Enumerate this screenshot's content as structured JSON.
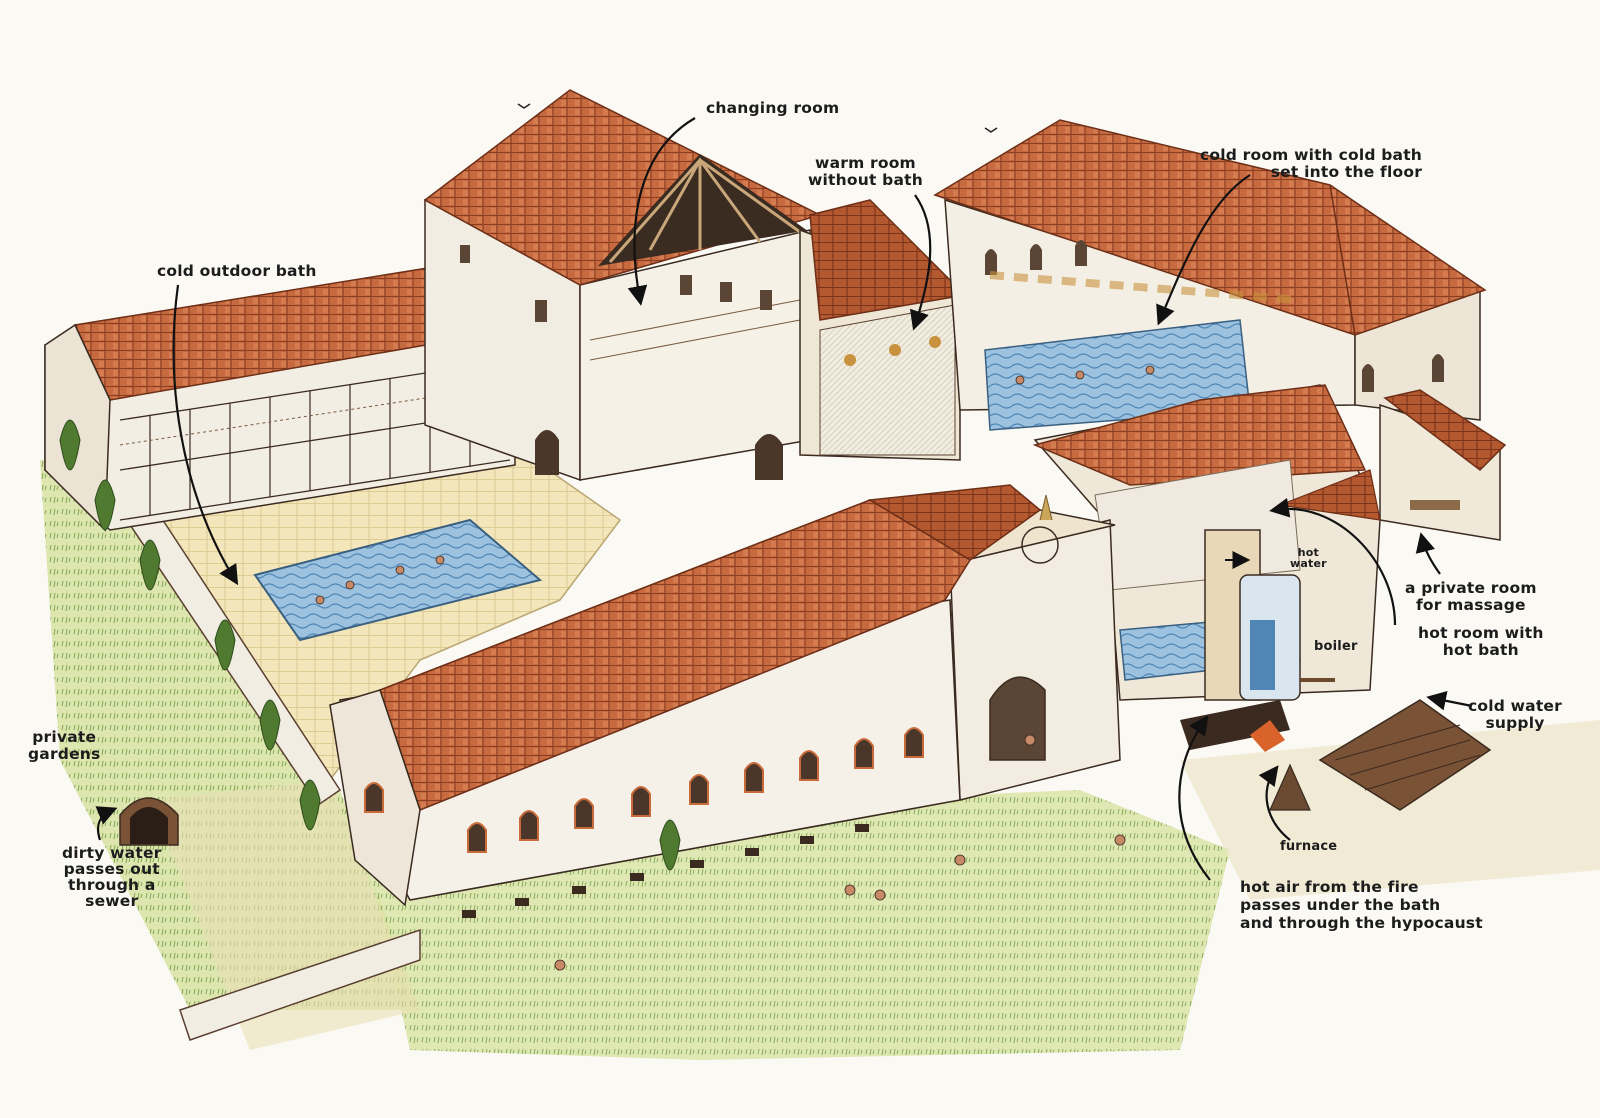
{
  "labels": {
    "changing_room": "changing room",
    "warm_room": "warm room\nwithout bath",
    "cold_room": "cold room with cold bath\nset into the floor",
    "cold_outdoor_bath": "cold outdoor bath",
    "private_massage_room": "a private room\nfor massage",
    "hot_room": "hot room with\nhot bath",
    "boiler": "boiler",
    "hot_water": "hot\nwater",
    "cold_water_supply": "cold water\nsupply",
    "private_gardens": "private\ngardens",
    "dirty_water": "dirty water\npasses out\nthrough a\nsewer",
    "furnace": "furnace",
    "hot_air": "hot air from the fire\npasses under the bath\nand through the hypocaust"
  },
  "colors": {
    "roof": "#c4663d",
    "roof_dark": "#9a4a2a",
    "wall": "#f4efe4",
    "ink": "#3a2a20",
    "water": "#8fb8d8",
    "grass": "#a9c46a",
    "ground": "#efe2b6"
  }
}
